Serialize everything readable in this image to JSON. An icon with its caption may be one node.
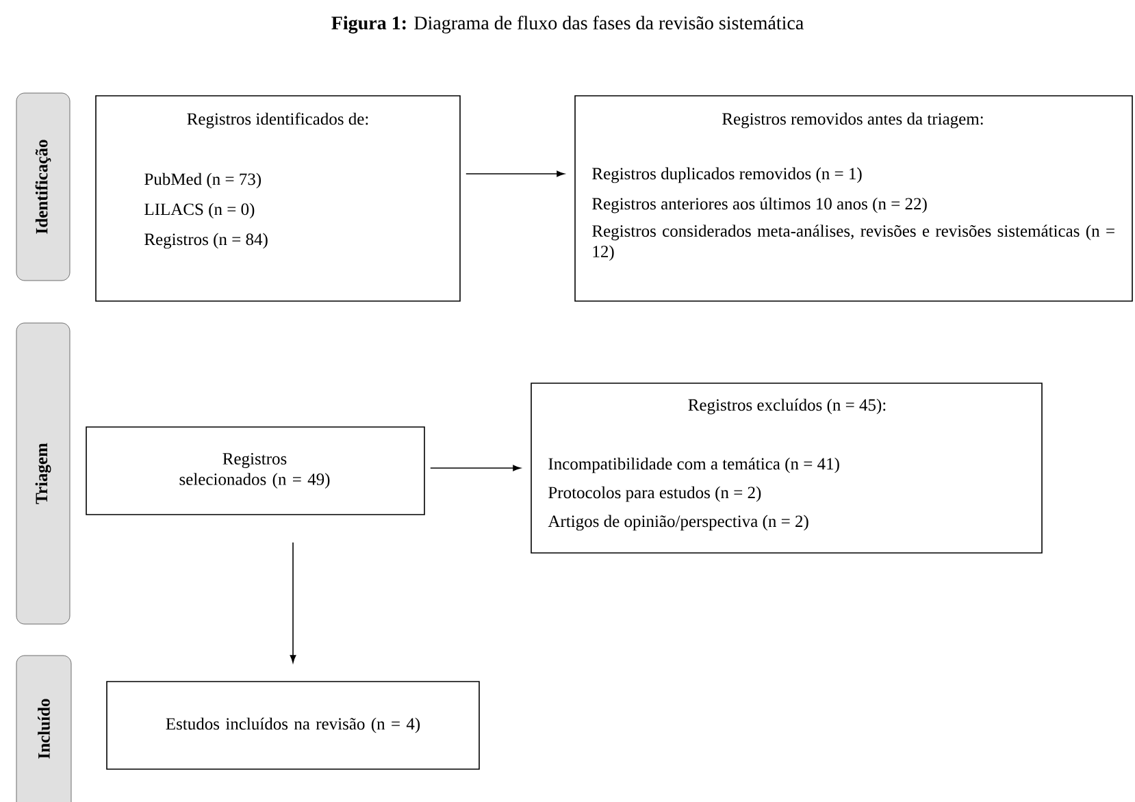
{
  "diagram": {
    "title": "**Figura 1:** Diagrama de fluxo das fases da revisão sistemática",
    "nodes": [
      {
        "text": [
          "Identificação"
        ]
      },
      {
        "text": [
          "Registros identificados de:",
          "PubMed (n = 73)",
          "LILACS (n = 0)",
          "Registros (n = 84)"
        ]
      },
      {
        "text": [
          "Registros removidos antes da triagem:",
          "Registros duplicados removidos (n = 1)",
          "Registros anteriores aos últimos 10 anos (n = 22)",
          "Registros considerados meta-análises, revisões e revisões sistemáticas (n = 12)"
        ]
      },
      {
        "text": [
          "Triagem"
        ]
      },
      {
        "text": [
          "Registros selecionados (n = 49)"
        ]
      },
      {
        "text": [
          "Registros excluídos (n = 45):",
          "Incompatibilidade com a temática (n = 41)",
          "Protocolos para estudos (n = 2)",
          "Artigos de opinião/perspectiva (n = 2)"
        ]
      },
      {
        "text": [
          "Incluído"
        ]
      },
      {
        "text": [
          "Estudos incluídos na revisão (n = 4)"
        ]
      }
    ],
    "edges": [
      {
        "from": 1,
        "to": 2,
        "arrow": "to"
      },
      {
        "from": 4,
        "to": 5,
        "arrow": "to"
      },
      {
        "from": 4,
        "to": 7,
        "arrow": "to"
      }
    ]
  }
}
